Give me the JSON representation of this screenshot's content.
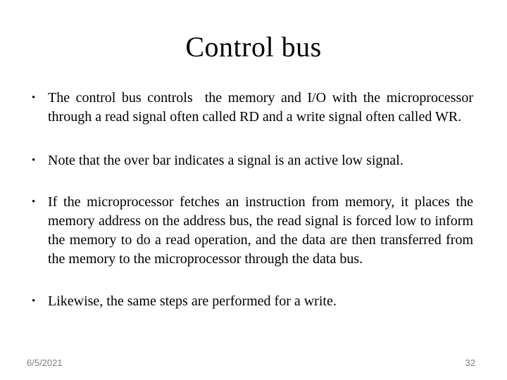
{
  "slide": {
    "title": "Control bus",
    "bullets": [
      {
        "marker": "•",
        "text": "The control bus controls  the memory and I/O with the microprocessor through a read signal often called RD and a write signal often called WR."
      },
      {
        "marker": "•",
        "text": "Note that the over bar indicates a signal is an active low signal."
      },
      {
        "marker": "•",
        "text": "If the microprocessor fetches an instruction from memory, it places the memory address on the address bus, the read signal is forced low to inform the memory to do a read operation, and the data are then transferred from the memory to the microprocessor through the data bus."
      },
      {
        "marker": "•",
        "text": "Likewise, the same steps are performed for a write."
      }
    ],
    "footer": {
      "date": "6/5/2021",
      "page_number": "32"
    },
    "colors": {
      "background": "#ffffff",
      "body_text": "#000000",
      "footer_text": "#808080"
    }
  }
}
